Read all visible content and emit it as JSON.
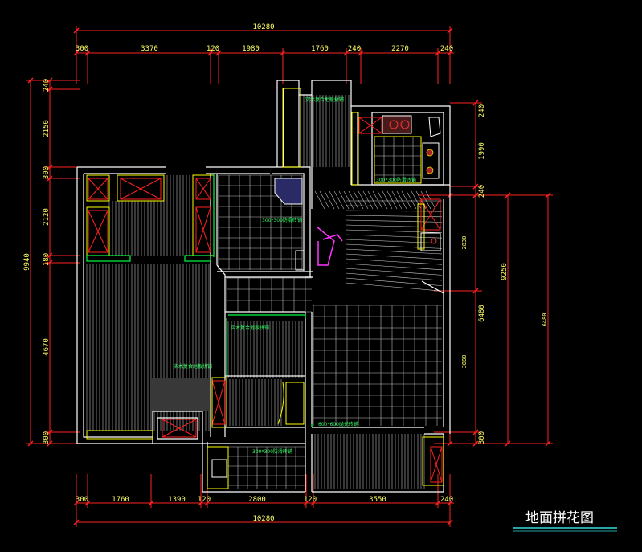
{
  "title": "地面拼花图",
  "dimensions": {
    "top_total": "10280",
    "top_segments": [
      "300",
      "3370",
      "120",
      "1980",
      "1760",
      "240",
      "2270",
      "240"
    ],
    "bottom_segments": [
      "300",
      "1760",
      "1390",
      "120",
      "2800",
      "120",
      "3550",
      "240"
    ],
    "bottom_total": "10280",
    "left_total": "9940",
    "left_segments": [
      "240",
      "2150",
      "300",
      "2120",
      "180",
      "4670",
      "300"
    ],
    "right_outer": "9250",
    "right_segments": [
      "240",
      "1990",
      "240",
      "2830",
      "6480",
      "3880",
      "300"
    ],
    "right_far": "6480"
  },
  "notes": {
    "balcony_top": "实木复合地板拼铺",
    "kitchen_tile": "300*300防滑砖铺",
    "bath_tile": "300*300防滑砖铺",
    "hall_wood": "实木复合地板拼铺",
    "bedroom_wood": "实木复合地板拼铺",
    "living_tile": "600*600抛光砖铺",
    "bottom_bath_tile": "300*300防滑砖铺"
  },
  "colors": {
    "dimension_lines": "#ff2222",
    "dimension_text": "#ffff66",
    "annotation_text": "#33ff66",
    "walls": "#ffffff",
    "title_underline": "#33dddd"
  }
}
